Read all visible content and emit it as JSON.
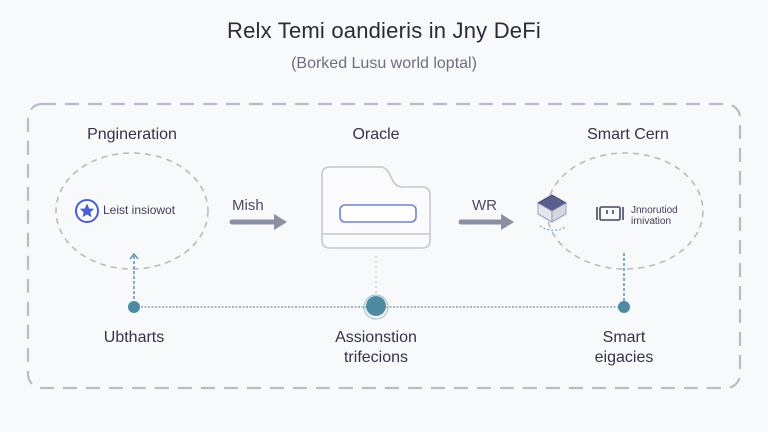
{
  "header": {
    "title": "Relx Temi oandieris in Jny DeFi",
    "subtitle": "(Borked Lusu world loptal)"
  },
  "nodes": [
    {
      "label": "Pngineration",
      "inner_label": "Leist insiowot",
      "icon": "star-badge-icon"
    },
    {
      "label": "Oracle",
      "icon": "oracle-card-icon"
    },
    {
      "label": "Smart Cern",
      "inner_label_line1": "Jnnorutiod",
      "inner_label_line2": "irnivation",
      "icon": "chip-cube-icon",
      "inner_icon": "connector-icon"
    }
  ],
  "arrows": [
    {
      "label": "Mish"
    },
    {
      "label": "WR"
    }
  ],
  "bottom": [
    {
      "label_line1": "Ubtharts",
      "label_line2": ""
    },
    {
      "label_line1": "Assionstion",
      "label_line2": "trifecions"
    },
    {
      "label_line1": "Smart",
      "label_line2": "eigacies"
    }
  ],
  "colors": {
    "accent_blue": "#4a5fd4",
    "teal_node": "#4f8aa3",
    "dashed_gray": "#b8bcc8",
    "arrow_gray": "#8a90a2"
  }
}
